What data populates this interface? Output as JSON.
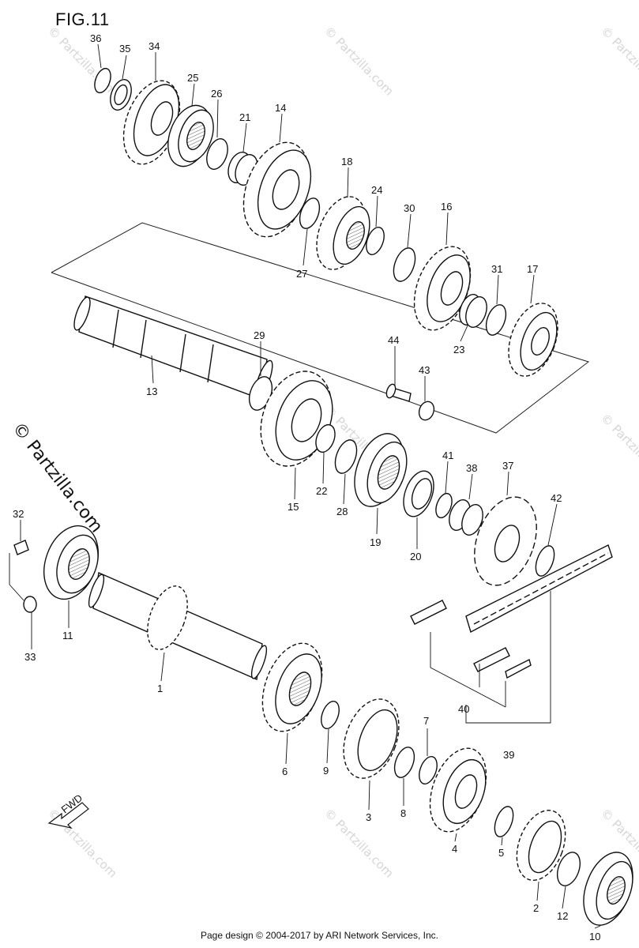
{
  "figure_title": "FIG.11",
  "footer": "Page design © 2004-2017 by ARI Network Services, Inc.",
  "side_mark": "© Partzilla.com",
  "watermark": "© Partzilla.com",
  "direction_label": "FWD",
  "parts": [
    {
      "id": "p36",
      "num": "36"
    },
    {
      "id": "p35",
      "num": "35"
    },
    {
      "id": "p34",
      "num": "34"
    },
    {
      "id": "p25",
      "num": "25"
    },
    {
      "id": "p26",
      "num": "26"
    },
    {
      "id": "p21",
      "num": "21"
    },
    {
      "id": "p14",
      "num": "14"
    },
    {
      "id": "p18",
      "num": "18"
    },
    {
      "id": "p24",
      "num": "24"
    },
    {
      "id": "p27",
      "num": "27"
    },
    {
      "id": "p30",
      "num": "30"
    },
    {
      "id": "p16",
      "num": "16"
    },
    {
      "id": "p31",
      "num": "31"
    },
    {
      "id": "p17",
      "num": "17"
    },
    {
      "id": "p23",
      "num": "23"
    },
    {
      "id": "p29",
      "num": "29"
    },
    {
      "id": "p44",
      "num": "44"
    },
    {
      "id": "p43",
      "num": "43"
    },
    {
      "id": "p13",
      "num": "13"
    },
    {
      "id": "p15",
      "num": "15"
    },
    {
      "id": "p22",
      "num": "22"
    },
    {
      "id": "p28",
      "num": "28"
    },
    {
      "id": "p19",
      "num": "19"
    },
    {
      "id": "p20",
      "num": "20"
    },
    {
      "id": "p41",
      "num": "41"
    },
    {
      "id": "p38",
      "num": "38"
    },
    {
      "id": "p37",
      "num": "37"
    },
    {
      "id": "p42",
      "num": "42"
    },
    {
      "id": "p32",
      "num": "32"
    },
    {
      "id": "p11",
      "num": "11"
    },
    {
      "id": "p33",
      "num": "33"
    },
    {
      "id": "p1",
      "num": "1"
    },
    {
      "id": "p6",
      "num": "6"
    },
    {
      "id": "p9",
      "num": "9"
    },
    {
      "id": "p40",
      "num": "40"
    },
    {
      "id": "p39",
      "num": "39"
    },
    {
      "id": "p7",
      "num": "7"
    },
    {
      "id": "p3",
      "num": "3"
    },
    {
      "id": "p8",
      "num": "8"
    },
    {
      "id": "p4",
      "num": "4"
    },
    {
      "id": "p5",
      "num": "5"
    },
    {
      "id": "p2",
      "num": "2"
    },
    {
      "id": "p12",
      "num": "12"
    },
    {
      "id": "p10",
      "num": "10"
    }
  ]
}
